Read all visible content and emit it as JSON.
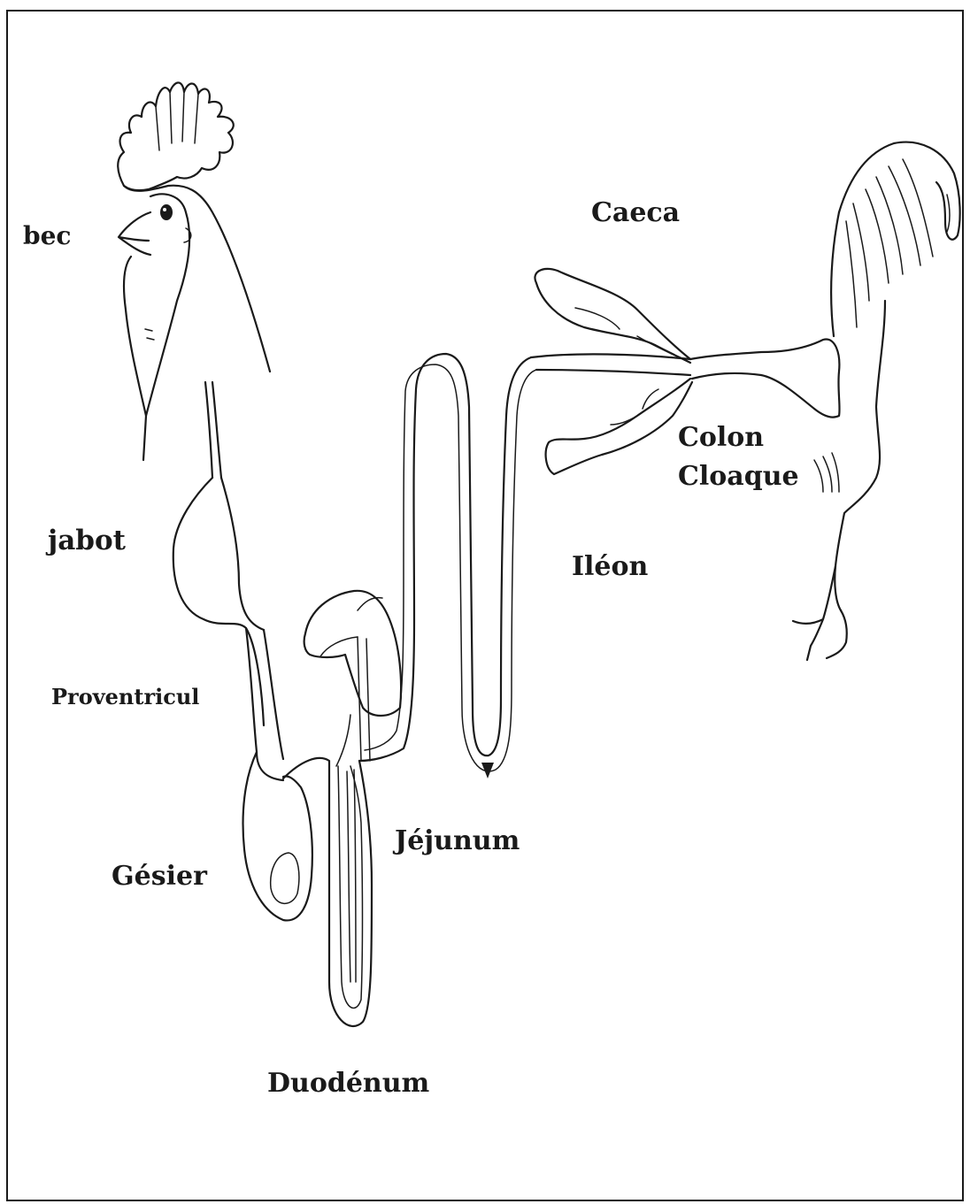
{
  "labels": {
    "bec": "bec",
    "jabot": "jabot",
    "proventricul": "Proventricul",
    "gesier": "Gésier",
    "duodenum": "Duodénum",
    "jejunum": "Jéjunum",
    "ileon": "Iléon",
    "caeca": "Caeca",
    "colon": "Colon",
    "cloaque": "Cloaque"
  },
  "colors": {
    "line": "#1a1a1a",
    "background": "#ffffff",
    "text": "#1a1a1a"
  }
}
